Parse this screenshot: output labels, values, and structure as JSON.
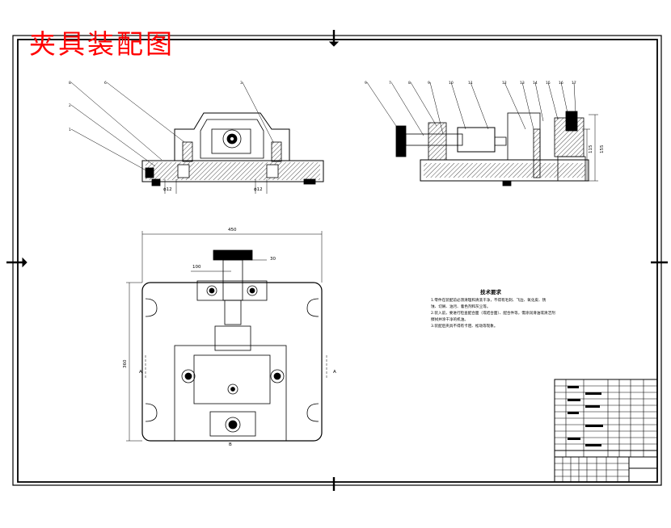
{
  "drawing": {
    "title": "夹具装配图",
    "colors": {
      "title": "#ff0000",
      "line": "#000000",
      "paper": "#ffffff"
    }
  },
  "front_view": {
    "part_numbers": [
      "8",
      "6",
      "3",
      "2",
      "1"
    ],
    "dims": [
      "ϕ12",
      "ϕ12"
    ]
  },
  "side_view": {
    "part_numbers": [
      "9",
      "7",
      "8",
      "9",
      "10",
      "11",
      "12",
      "13",
      "14",
      "15",
      "16",
      "17"
    ],
    "dims": [
      "115",
      "155"
    ]
  },
  "top_view": {
    "dims": [
      "450",
      "100",
      "30",
      "360"
    ],
    "section_marks": [
      "A",
      "A",
      "B"
    ]
  },
  "tech_requirements": {
    "title": "技术要求",
    "items": [
      "1.零件在装配前必须清理和清洗干净，不得有毛刺、飞边、氧化皮、锈",
      "蚀、切屑、油污、着色剂和灰尘等。",
      "2.装入前，要进行检查配合面（或结合面）、配合件等，需涂润滑油或清洁剂",
      "擦拭并涂干净的机油。",
      "3.装配后夹具不得有卡阻、松动等现象。"
    ]
  }
}
